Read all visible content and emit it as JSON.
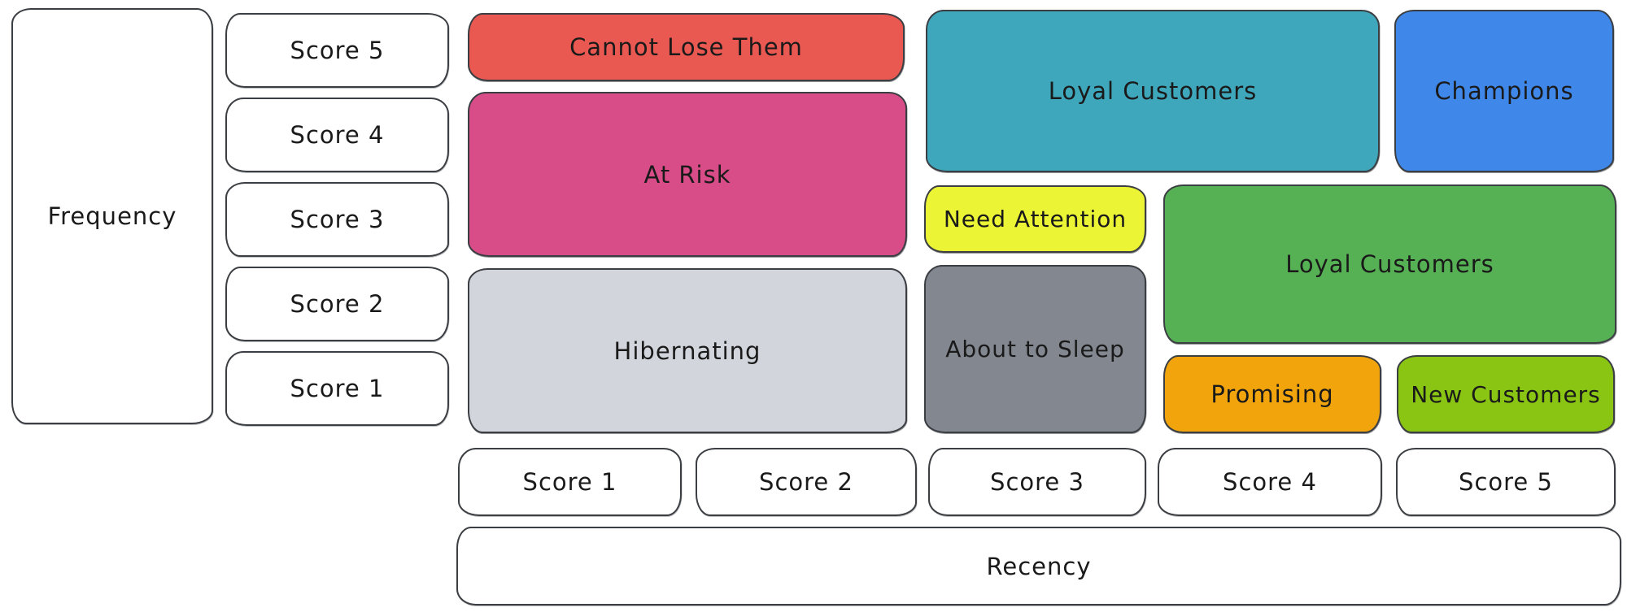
{
  "axes": {
    "frequency": {
      "label": "Frequency",
      "scores": [
        "Score 5",
        "Score 4",
        "Score 3",
        "Score 2",
        "Score 1"
      ]
    },
    "recency": {
      "label": "Recency",
      "scores": [
        "Score 1",
        "Score 2",
        "Score 3",
        "Score 4",
        "Score 5"
      ]
    }
  },
  "segments": [
    {
      "label": "Cannot Lose Them",
      "color": "#ea5852",
      "recency_scores": [
        1,
        2
      ],
      "frequency_scores": [
        5
      ]
    },
    {
      "label": "At Risk",
      "color": "#d84d88",
      "recency_scores": [
        1,
        2
      ],
      "frequency_scores": [
        3,
        4
      ]
    },
    {
      "label": "Hibernating",
      "color": "#d2d6dc",
      "recency_scores": [
        1,
        2
      ],
      "frequency_scores": [
        1,
        2
      ]
    },
    {
      "label": "Loyal Customers",
      "color": "#3ea7bc",
      "recency_scores": [
        3,
        4
      ],
      "frequency_scores": [
        4,
        5
      ]
    },
    {
      "label": "Champions",
      "color": "#3f88e9",
      "recency_scores": [
        5
      ],
      "frequency_scores": [
        4,
        5
      ]
    },
    {
      "label": "Need Attention",
      "color": "#ecf436",
      "recency_scores": [
        3
      ],
      "frequency_scores": [
        3
      ]
    },
    {
      "label": "Loyal Customers",
      "color": "#56b054",
      "recency_scores": [
        4,
        5
      ],
      "frequency_scores": [
        2,
        3
      ]
    },
    {
      "label": "About to Sleep",
      "color": "#838890",
      "recency_scores": [
        3
      ],
      "frequency_scores": [
        1,
        2
      ]
    },
    {
      "label": "Promising",
      "color": "#f1a40b",
      "recency_scores": [
        4
      ],
      "frequency_scores": [
        1
      ]
    },
    {
      "label": "New Customers",
      "color": "#8ac513",
      "recency_scores": [
        5
      ],
      "frequency_scores": [
        1
      ]
    }
  ],
  "style_colors": {
    "background": "#ffffff",
    "axis_box_fill": "#ffffff",
    "stroke": "#3b3e42",
    "text": "#1a1a1a"
  }
}
